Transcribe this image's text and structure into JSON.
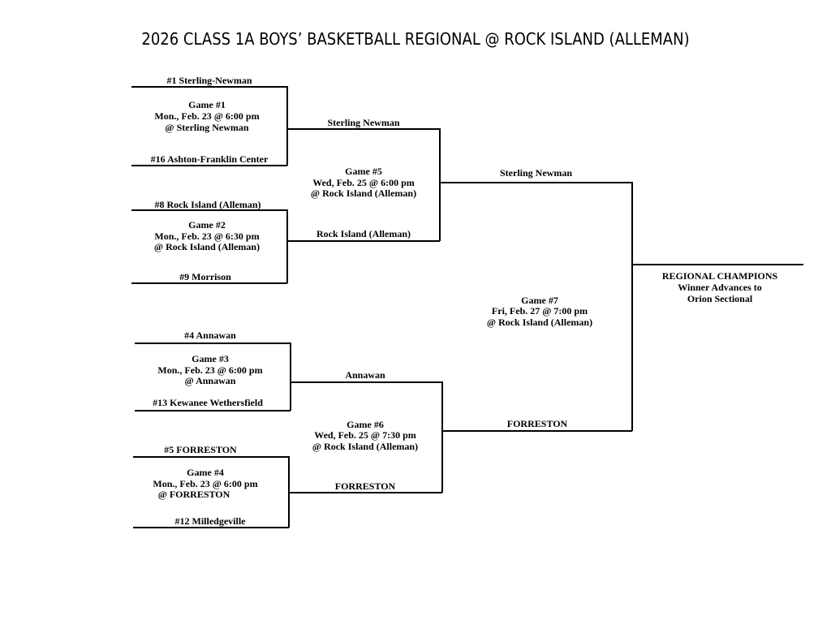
{
  "title": "2026 CLASS 1A BOYS’ BASKETBALL REGIONAL @ ROCK ISLAND (ALLEMAN)",
  "seeds": {
    "s1": "#1 Sterling-Newman",
    "s16": "#16 Ashton-Franklin Center",
    "s8": "#8 Rock Island (Alleman)",
    "s9": "#9 Morrison",
    "s4": "#4 Annawan",
    "s13": "#13 Kewanee Wethersfield",
    "s5": "#5 FORRESTON",
    "s12": "#12 Milledgeville"
  },
  "games": {
    "g1": {
      "name": "Game   #1",
      "date": "Mon., Feb. 23 @ 6:00 pm",
      "site": "@ Sterling Newman"
    },
    "g2": {
      "name": "Game   #2",
      "date": "Mon.,  Feb. 23 @ 6:30 pm",
      "site": "@ Rock Island (Alleman)"
    },
    "g3": {
      "name": "Game   #3",
      "date": "Mon.,  Feb. 23 @ 6:00 pm",
      "site": "@ Annawan"
    },
    "g4": {
      "name": "Game   #4",
      "date": "Mon.,  Feb. 23 @  6:00 pm",
      "site": "@ FORRESTON"
    },
    "g5": {
      "name": "Game #5",
      "date": "Wed, Feb. 25 @ 6:00 pm",
      "site": "@ Rock Island (Alleman)"
    },
    "g6": {
      "name": "Game #6",
      "date": "Wed, Feb. 25 @ 7:30 pm",
      "site": "@ Rock Island (Alleman)"
    },
    "g7": {
      "name": "Game #7",
      "date": "Fri, Feb. 27 @ 7:00 pm",
      "site": "@ Rock Island (Alleman)"
    }
  },
  "winners": {
    "g1": "Sterling Newman",
    "g2": "Rock Island (Alleman)",
    "g3": "Annawan",
    "g4": "FORRESTON",
    "g5": "Sterling Newman",
    "g6": "FORRESTON"
  },
  "champion": {
    "line1": "REGIONAL CHAMPIONS",
    "line2": "Winner Advances to",
    "line3": "Orion Sectional"
  }
}
